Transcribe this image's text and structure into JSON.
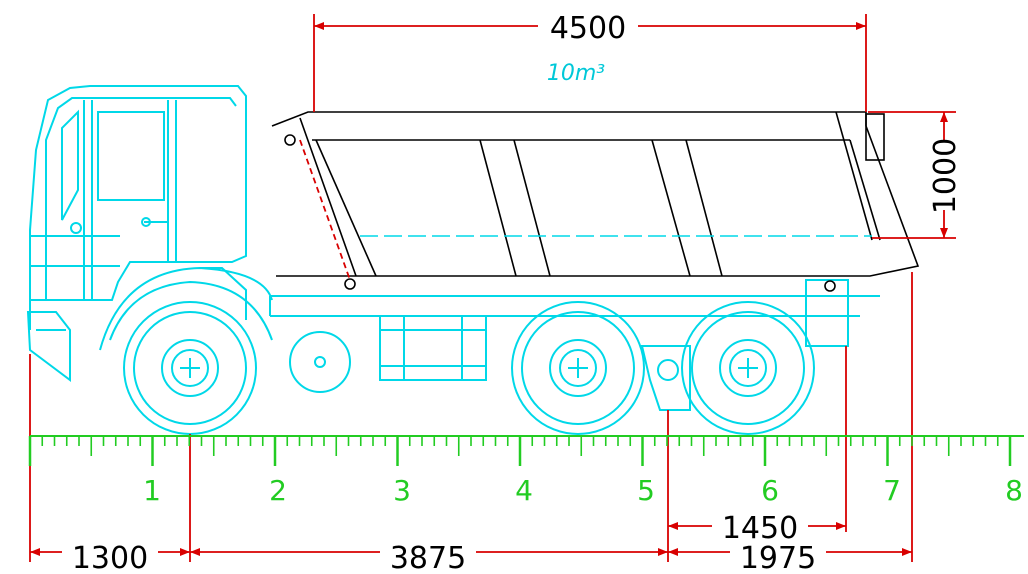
{
  "dimensions": {
    "body_length": "4500",
    "volume": "10m³",
    "body_height": "1000",
    "rear_overhang_body": "1450",
    "front_overhang": "1300",
    "wheelbase_front_to_bogie": "3875",
    "rear_length": "1975"
  },
  "scale": {
    "labels": [
      "1",
      "2",
      "3",
      "4",
      "5",
      "6",
      "7",
      "8"
    ],
    "color": "#22cc22"
  },
  "colors": {
    "chassis": "#00d8e8",
    "body": "#000000",
    "dimension_lines": "#d80000"
  }
}
